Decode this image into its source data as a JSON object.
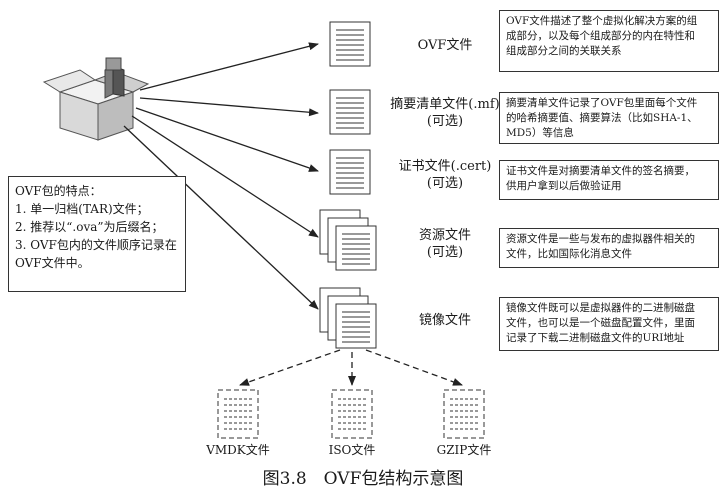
{
  "files": [
    {
      "name": "OVF文件",
      "note": [
        "OVF文件描述了整个虚拟化解决方案的组",
        "成部分，以及每个组成部分的内在特性和",
        "组成部分之间的关联关系"
      ]
    },
    {
      "name": "摘要清单文件(.mf)",
      "optional": "(可选)",
      "note": [
        "摘要清单文件记录了OVF包里面每个文件",
        "的哈希摘要值、摘要算法（比如SHA-1、",
        "MD5）等信息"
      ]
    },
    {
      "name": "证书文件(.cert)",
      "optional": "(可选)",
      "note": [
        "证书文件是对摘要清单文件的签名摘要，",
        "供用户拿到以后做验证用"
      ]
    },
    {
      "name": "资源文件",
      "optional": "(可选)",
      "note": [
        "资源文件是一些与发布的虚拟器件相关的",
        "文件，比如国际化消息文件"
      ]
    },
    {
      "name": "镜像文件",
      "note": [
        "镜像文件既可以是虚拟器件的二进制磁盘",
        "文件，也可以是一个磁盘配置文件，里面",
        "记录了下载二进制磁盘文件的URI地址"
      ]
    }
  ],
  "features": {
    "title": "OVF包的特点：",
    "items": [
      "1. 单一归档(TAR)文件；",
      "2. 推荐以“.ova”为后缀名；",
      "3. OVF包内的文件顺序记录在",
      "OVF文件中。"
    ]
  },
  "image_formats": [
    "VMDK文件",
    "ISO文件",
    "GZIP文件"
  ],
  "caption": "图3.8　OVF包结构示意图"
}
